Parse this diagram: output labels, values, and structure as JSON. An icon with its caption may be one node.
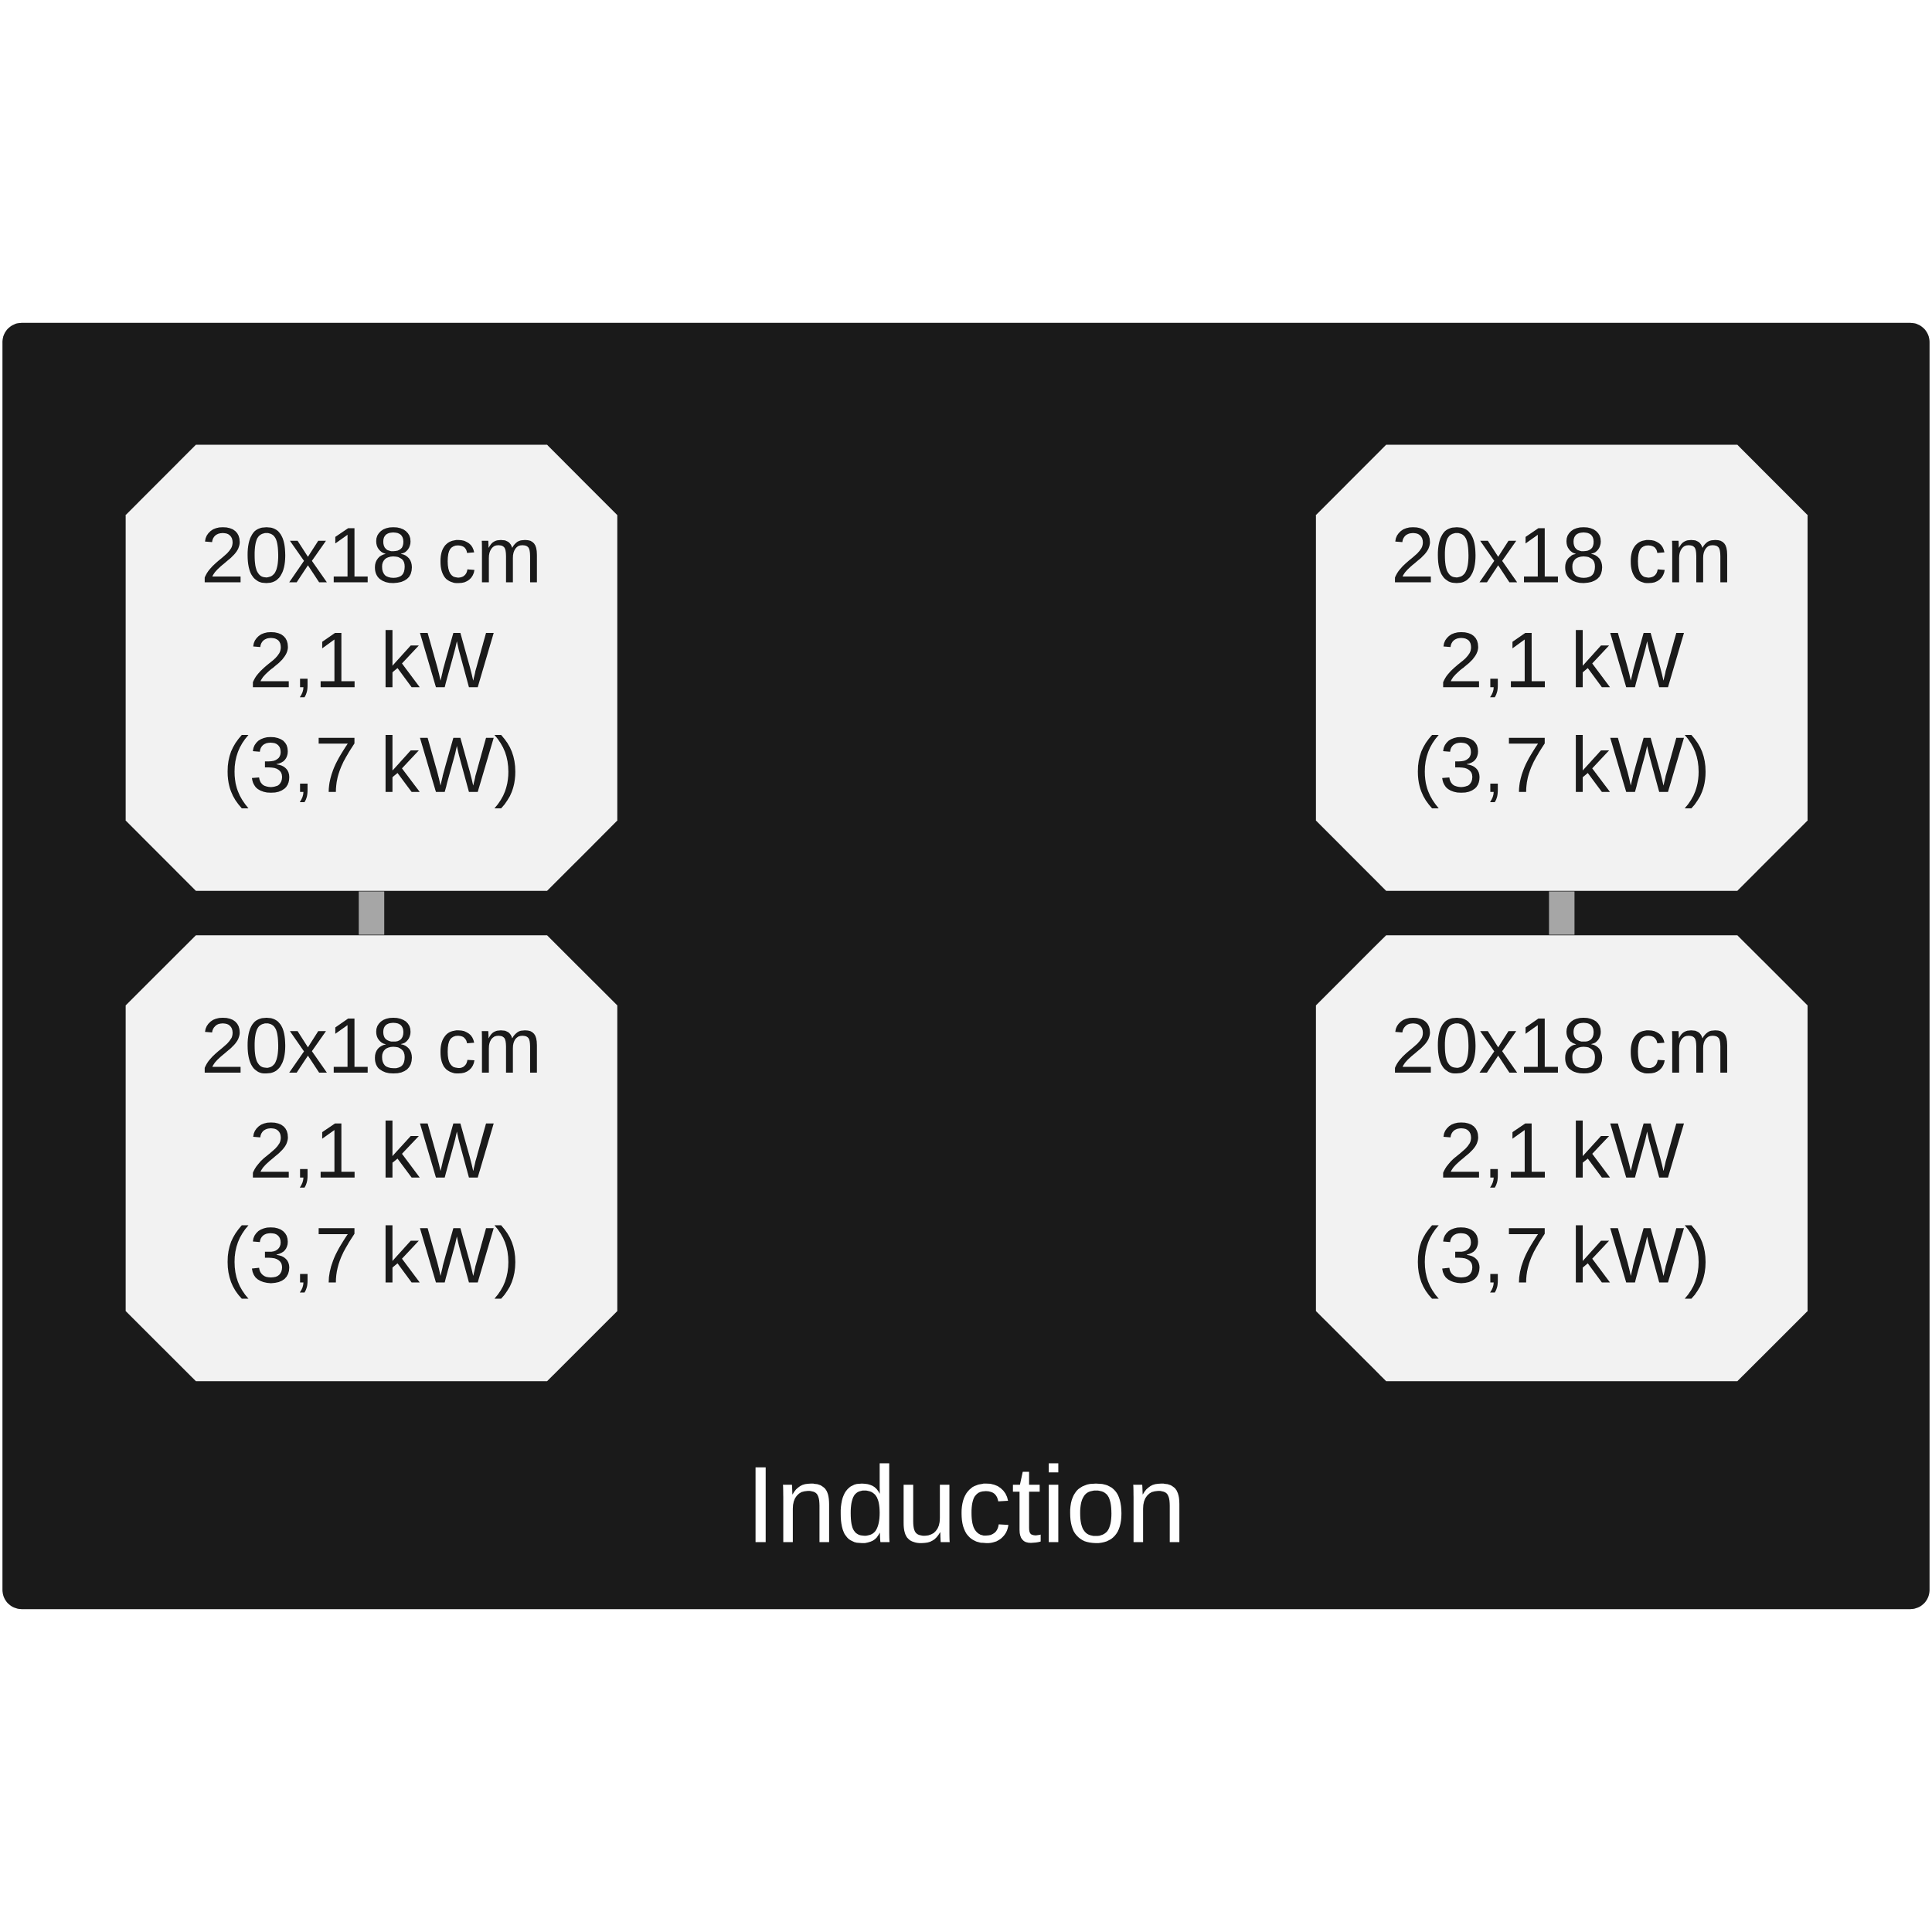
{
  "diagram": {
    "nodes": [
      {
        "text": [
          "Induction"
        ]
      },
      {
        "text": [
          "20x18 cm",
          "2,1 kW",
          "(3,7 kW)"
        ],
        "in": 0
      },
      {
        "text": [
          "20x18 cm",
          "2,1 kW",
          "(3,7 kW)"
        ],
        "in": 0
      },
      {
        "text": [
          "20x18 cm",
          "2,1 kW",
          "(3,7 kW)"
        ],
        "in": 0
      },
      {
        "text": [
          "20x18 cm",
          "2,1 kW",
          "(3,7 kW)"
        ],
        "in": 0
      }
    ],
    "edges": [
      {
        "from": 1,
        "to": 2,
        "arrow": "none",
        "color": "#a6a6a6"
      },
      {
        "from": 3,
        "to": 4,
        "arrow": "none",
        "color": "#a6a6a6"
      }
    ]
  }
}
